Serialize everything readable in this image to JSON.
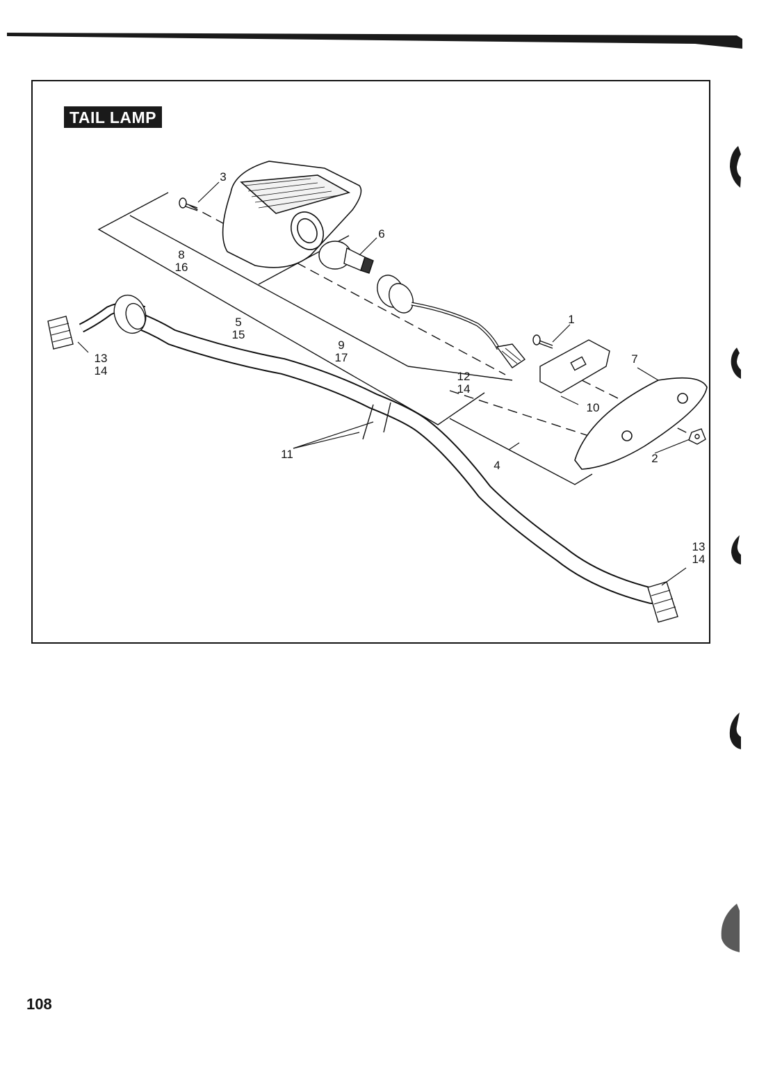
{
  "figure": {
    "title": "TAIL LAMP",
    "callouts": [
      "1",
      "2",
      "3",
      "4",
      "5\n15",
      "6",
      "7",
      "8\n16",
      "9\n17",
      "10",
      "11",
      "12\n14",
      "13\n14",
      "13\n14"
    ]
  },
  "page": {
    "number": "108"
  },
  "colors": {
    "ink": "#111111",
    "title_bg": "#1a1a1a",
    "title_fg": "#ffffff"
  }
}
